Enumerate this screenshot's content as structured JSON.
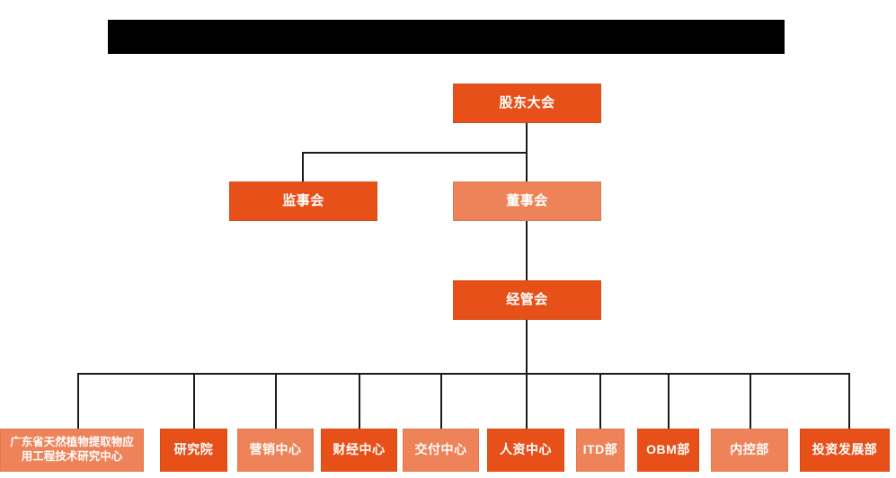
{
  "header": {
    "redaction_bar": "",
    "redacted": true
  },
  "chart_data": {
    "type": "diagram",
    "title": "",
    "orientation": "top-down",
    "colors": {
      "dark_orange": "#E8501A",
      "light_salmon": "#EE8258",
      "background": "#FFFFFF",
      "line": "#1B1B1B",
      "text": "#FFFFFF",
      "redaction": "#000000"
    },
    "levels": [
      {
        "level": 1,
        "nodes": [
          {
            "id": "shareholders",
            "label": "股东大会",
            "color": "dark"
          }
        ]
      },
      {
        "level": 2,
        "nodes": [
          {
            "id": "supervisors",
            "label": "监事会",
            "color": "dark"
          },
          {
            "id": "directors",
            "label": "董事会",
            "color": "light"
          }
        ]
      },
      {
        "level": 3,
        "nodes": [
          {
            "id": "management",
            "label": "经管会",
            "color": "dark"
          }
        ]
      },
      {
        "level": 4,
        "nodes": [
          {
            "id": "engineering-center",
            "label": "广东省天然植物提取物应\n用工程技术研究中心",
            "line1": "广东省天然植物提取物应",
            "line2": "用工程技术研究中心",
            "color": "light"
          },
          {
            "id": "research-institute",
            "label": "研究院",
            "color": "dark"
          },
          {
            "id": "marketing-center",
            "label": "营销中心",
            "color": "light"
          },
          {
            "id": "finance-center",
            "label": "财经中心",
            "color": "dark"
          },
          {
            "id": "delivery-center",
            "label": "交付中心",
            "color": "light"
          },
          {
            "id": "hr-center",
            "label": "人资中心",
            "color": "dark"
          },
          {
            "id": "itd-dept",
            "label": "ITD部",
            "color": "light"
          },
          {
            "id": "obm-dept",
            "label": "OBM部",
            "color": "dark"
          },
          {
            "id": "internal-control-dept",
            "label": "内控部",
            "color": "light"
          },
          {
            "id": "investment-development-dept",
            "label": "投资发展部",
            "color": "dark"
          }
        ]
      }
    ],
    "edges": [
      {
        "from": "shareholders",
        "to": "supervisors"
      },
      {
        "from": "shareholders",
        "to": "directors"
      },
      {
        "from": "directors",
        "to": "management"
      },
      {
        "from": "management",
        "to": "engineering-center"
      },
      {
        "from": "management",
        "to": "research-institute"
      },
      {
        "from": "management",
        "to": "marketing-center"
      },
      {
        "from": "management",
        "to": "finance-center"
      },
      {
        "from": "management",
        "to": "delivery-center"
      },
      {
        "from": "management",
        "to": "hr-center"
      },
      {
        "from": "management",
        "to": "itd-dept"
      },
      {
        "from": "management",
        "to": "obm-dept"
      },
      {
        "from": "management",
        "to": "internal-control-dept"
      },
      {
        "from": "management",
        "to": "investment-development-dept"
      }
    ]
  }
}
